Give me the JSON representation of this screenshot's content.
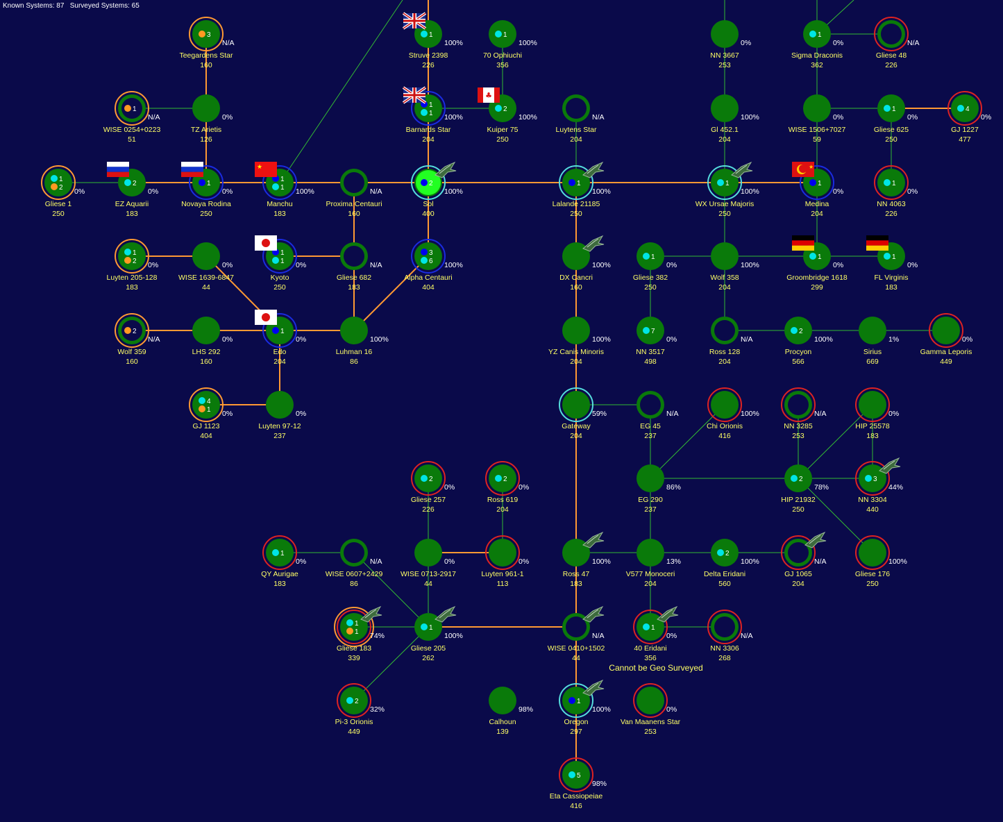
{
  "header": {
    "known_label": "Known Systems:",
    "known": "87",
    "surveyed_label": "Surveyed Systems:",
    "surveyed": "65"
  },
  "note": "Cannot be Geo Surveyed",
  "colors": {
    "background": "#0a0a4a",
    "system_fill": "#0a7a0a",
    "orange_link": "#ff9933",
    "green_link": "#33bb33",
    "text": "#ffff66",
    "red_ring": "#dd2222",
    "orange_ring": "#ff9933",
    "blue_ring": "#1a2be0",
    "cyan_ring": "#55dddd"
  },
  "systems": [
    {
      "id": "teegardens",
      "name": "Teegardens Star",
      "pop": "160",
      "pct": "N/A",
      "ring": "orange",
      "mc": "3",
      "dots": [
        "orange"
      ]
    },
    {
      "id": "struve",
      "name": "Struve 2398",
      "pop": "226",
      "pct": "100%",
      "mc": "1",
      "dots": [
        "cyan"
      ],
      "flag": "uk"
    },
    {
      "id": "ophiuchi70",
      "name": "70 Ophiuchi",
      "pop": "356",
      "pct": "100%",
      "mc": "1",
      "dots": [
        "cyan"
      ]
    },
    {
      "id": "nn3667",
      "name": "NN 3667",
      "pop": "253",
      "pct": "0%"
    },
    {
      "id": "sigmadra",
      "name": "Sigma Draconis",
      "pop": "362",
      "pct": "0%",
      "mc": "1",
      "dots": [
        "cyan"
      ]
    },
    {
      "id": "gliese48",
      "name": "Gliese 48",
      "pop": "226",
      "pct": "N/A",
      "ring": "red",
      "hollow": true
    },
    {
      "id": "wise0254",
      "name": "WISE 0254+0223",
      "pop": "51",
      "pct": "N/A",
      "ring": "orange",
      "hollow": true,
      "mc": "1",
      "dots": [
        "orange"
      ]
    },
    {
      "id": "tzarietis",
      "name": "TZ Arietis",
      "pop": "126",
      "pct": "0%"
    },
    {
      "id": "barnards",
      "name": "Barnards Star",
      "pop": "204",
      "pct": "100%",
      "ring": "blue",
      "mc": "1",
      "mc2": "1",
      "dots": [
        "blue",
        "cyan"
      ],
      "flag": "uk"
    },
    {
      "id": "kuiper75",
      "name": "Kuiper 75",
      "pop": "250",
      "pct": "100%",
      "mc": "2",
      "dots": [
        "cyan"
      ],
      "flag": "ca"
    },
    {
      "id": "luytens",
      "name": "Luytens Star",
      "pop": "204",
      "pct": "N/A",
      "hollow": true
    },
    {
      "id": "gl4521",
      "name": "Gl 452.1",
      "pop": "204",
      "pct": "100%"
    },
    {
      "id": "wise1506",
      "name": "WISE 1506+7027",
      "pop": "59",
      "pct": "0%"
    },
    {
      "id": "gliese625",
      "name": "Gliese 625",
      "pop": "250",
      "pct": "0%",
      "mc": "1",
      "dots": [
        "cyan"
      ]
    },
    {
      "id": "gj1227",
      "name": "GJ 1227",
      "pop": "477",
      "pct": "0%",
      "ring": "red",
      "mc": "4",
      "dots": [
        "cyan"
      ]
    },
    {
      "id": "gliese1",
      "name": "Gliese 1",
      "pop": "250",
      "pct": "0%",
      "ring": "orange",
      "mc": "1",
      "mc2": "2",
      "dots": [
        "cyan",
        "orange"
      ]
    },
    {
      "id": "ezaquarii",
      "name": "EZ Aquarii",
      "pop": "183",
      "pct": "0%",
      "mc": "2",
      "dots": [
        "cyan"
      ],
      "flag": "ru"
    },
    {
      "id": "novaya",
      "name": "Novaya Rodina",
      "pop": "250",
      "pct": "0%",
      "ring": "blue",
      "mc": "1",
      "dots": [
        "blue"
      ],
      "flag": "ru"
    },
    {
      "id": "manchu",
      "name": "Manchu",
      "pop": "183",
      "pct": "100%",
      "ring": "blue",
      "mc": "1",
      "mc2": "1",
      "dots": [
        "blue",
        "cyan"
      ],
      "flag": "cn"
    },
    {
      "id": "proxima",
      "name": "Proxima Centauri",
      "pop": "160",
      "pct": "N/A",
      "hollow": true
    },
    {
      "id": "sol",
      "name": "Sol",
      "pop": "400",
      "pct": "100%",
      "ring": "cyan",
      "mc": "2",
      "dots": [
        "blue"
      ],
      "sol": true,
      "ship": true
    },
    {
      "id": "lalande",
      "name": "Lalande 21185",
      "pop": "250",
      "pct": "100%",
      "ring": "cyan",
      "mc": "1",
      "dots": [
        "blue"
      ],
      "ship": true
    },
    {
      "id": "wxursae",
      "name": "WX Ursae Majoris",
      "pop": "250",
      "pct": "100%",
      "ring": "cyan",
      "mc": "1",
      "dots": [
        "cyan"
      ],
      "ship": true
    },
    {
      "id": "medina",
      "name": "Medina",
      "pop": "204",
      "pct": "0%",
      "ring": "blue",
      "mc": "1",
      "dots": [
        "blue"
      ],
      "flag": "ot"
    },
    {
      "id": "nn4063",
      "name": "NN 4063",
      "pop": "226",
      "pct": "0%",
      "ring": "red",
      "mc": "1",
      "dots": [
        "cyan"
      ]
    },
    {
      "id": "luyten205",
      "name": "Luyten 205-128",
      "pop": "183",
      "pct": "0%",
      "ring": "orange",
      "mc": "1",
      "mc2": "2",
      "dots": [
        "cyan",
        "orange"
      ]
    },
    {
      "id": "wise1639",
      "name": "WISE 1639-6847",
      "pop": "44",
      "pct": "0%"
    },
    {
      "id": "kyoto",
      "name": "Kyoto",
      "pop": "250",
      "pct": "0%",
      "ring": "blue",
      "mc": "1",
      "mc2": "1",
      "dots": [
        "blue",
        "cyan"
      ],
      "flag": "jp"
    },
    {
      "id": "gliese682",
      "name": "Gliese 682",
      "pop": "183",
      "pct": "N/A",
      "hollow": true
    },
    {
      "id": "alphacen",
      "name": "Alpha Centauri",
      "pop": "404",
      "pct": "100%",
      "ring": "blue",
      "mc": "3",
      "mc2": "6",
      "dots": [
        "blue",
        "cyan"
      ]
    },
    {
      "id": "dxcancri",
      "name": "DX Cancri",
      "pop": "160",
      "pct": "100%",
      "ship": true
    },
    {
      "id": "gliese382",
      "name": "Gliese 382",
      "pop": "250",
      "pct": "0%",
      "mc": "1",
      "dots": [
        "cyan"
      ]
    },
    {
      "id": "wolf358",
      "name": "Wolf 358",
      "pop": "204",
      "pct": "100%"
    },
    {
      "id": "groombridge",
      "name": "Groombridge 1618",
      "pop": "299",
      "pct": "0%",
      "mc": "1",
      "dots": [
        "cyan"
      ],
      "flag": "de"
    },
    {
      "id": "flvirginis",
      "name": "FL Virginis",
      "pop": "183",
      "pct": "0%",
      "mc": "1",
      "dots": [
        "cyan"
      ],
      "flag": "de"
    },
    {
      "id": "wolf359",
      "name": "Wolf 359",
      "pop": "160",
      "pct": "N/A",
      "ring": "orange",
      "hollow": true,
      "mc": "2",
      "dots": [
        "orange"
      ]
    },
    {
      "id": "lhs292",
      "name": "LHS 292",
      "pop": "160",
      "pct": "0%"
    },
    {
      "id": "edo",
      "name": "Edo",
      "pop": "204",
      "pct": "0%",
      "ring": "blue",
      "mc": "1",
      "dots": [
        "blue"
      ],
      "flag": "jp"
    },
    {
      "id": "luhman16",
      "name": "Luhman 16",
      "pop": "86",
      "pct": "100%"
    },
    {
      "id": "yzcanis",
      "name": "YZ Canis Minoris",
      "pop": "204",
      "pct": "100%"
    },
    {
      "id": "nn3517",
      "name": "NN 3517",
      "pop": "498",
      "pct": "0%",
      "mc": "7",
      "dots": [
        "cyan"
      ]
    },
    {
      "id": "ross128",
      "name": "Ross 128",
      "pop": "204",
      "pct": "N/A",
      "hollow": true
    },
    {
      "id": "procyon",
      "name": "Procyon",
      "pop": "566",
      "pct": "100%",
      "mc": "2",
      "dots": [
        "cyan"
      ]
    },
    {
      "id": "sirius",
      "name": "Sirius",
      "pop": "669",
      "pct": "1%"
    },
    {
      "id": "gammalep",
      "name": "Gamma Leporis",
      "pop": "449",
      "pct": "0%",
      "ring": "red"
    },
    {
      "id": "gj1123",
      "name": "GJ 1123",
      "pop": "404",
      "pct": "0%",
      "ring": "orange",
      "mc": "4",
      "mc2": "1",
      "dots": [
        "cyan",
        "orange"
      ]
    },
    {
      "id": "luyten97",
      "name": "Luyten 97-12",
      "pop": "237",
      "pct": "0%"
    },
    {
      "id": "gateway",
      "name": "Gateway",
      "pop": "204",
      "pct": "59%",
      "ring": "cyan"
    },
    {
      "id": "eg45",
      "name": "EG 45",
      "pop": "237",
      "pct": "N/A",
      "hollow": true
    },
    {
      "id": "chiorionis",
      "name": "Chi Orionis",
      "pop": "416",
      "pct": "100%",
      "ring": "red"
    },
    {
      "id": "nn3285",
      "name": "NN 3285",
      "pop": "253",
      "pct": "N/A",
      "ring": "red",
      "hollow": true
    },
    {
      "id": "hip25578",
      "name": "HIP 25578",
      "pop": "183",
      "pct": "0%",
      "ring": "red"
    },
    {
      "id": "gliese257",
      "name": "Gliese 257",
      "pop": "226",
      "pct": "0%",
      "ring": "red",
      "mc": "2",
      "dots": [
        "cyan"
      ]
    },
    {
      "id": "ross619",
      "name": "Ross 619",
      "pop": "204",
      "pct": "0%",
      "ring": "red",
      "mc": "2",
      "dots": [
        "cyan"
      ]
    },
    {
      "id": "eg290",
      "name": "EG 290",
      "pop": "237",
      "pct": "86%"
    },
    {
      "id": "hip21932",
      "name": "HIP 21932",
      "pop": "250",
      "pct": "78%",
      "mc": "2",
      "dots": [
        "cyan"
      ]
    },
    {
      "id": "nn3304",
      "name": "NN 3304",
      "pop": "440",
      "pct": "44%",
      "ring": "red",
      "mc": "3",
      "dots": [
        "cyan"
      ],
      "ship": true
    },
    {
      "id": "qyaurigae",
      "name": "QY Aurigae",
      "pop": "183",
      "pct": "0%",
      "ring": "red",
      "mc": "1",
      "dots": [
        "cyan"
      ]
    },
    {
      "id": "wise0607",
      "name": "WISE 0607+2429",
      "pop": "86",
      "pct": "N/A",
      "hollow": true
    },
    {
      "id": "wise0713",
      "name": "WISE 0713-2917",
      "pop": "44",
      "pct": "0%"
    },
    {
      "id": "luyten961",
      "name": "Luyten 961-1",
      "pop": "113",
      "pct": "0%",
      "ring": "red"
    },
    {
      "id": "ross47",
      "name": "Ross 47",
      "pop": "183",
      "pct": "100%",
      "ship": true
    },
    {
      "id": "v577",
      "name": "V577 Monoceri",
      "pop": "204",
      "pct": "13%"
    },
    {
      "id": "deltaeri",
      "name": "Delta Eridani",
      "pop": "560",
      "pct": "100%",
      "mc": "2",
      "dots": [
        "cyan"
      ]
    },
    {
      "id": "gj1065",
      "name": "GJ 1065",
      "pop": "204",
      "pct": "N/A",
      "ring": "red",
      "hollow": true,
      "ship": true
    },
    {
      "id": "gliese176",
      "name": "Gliese 176",
      "pop": "250",
      "pct": "100%",
      "ring": "red"
    },
    {
      "id": "gliese183",
      "name": "Gliese 183",
      "pop": "339",
      "pct": "74%",
      "ring": "red2",
      "mc": "1",
      "mc2": "1",
      "dots": [
        "cyan",
        "orange"
      ],
      "ship": true
    },
    {
      "id": "gliese205",
      "name": "Gliese 205",
      "pop": "262",
      "pct": "100%",
      "mc": "1",
      "dots": [
        "cyan"
      ],
      "ship": true
    },
    {
      "id": "wise0410",
      "name": "WISE 0410+1502",
      "pop": "44",
      "pct": "N/A",
      "hollow": true,
      "ship": true
    },
    {
      "id": "eridani40",
      "name": "40 Eridani",
      "pop": "356",
      "pct": "0%",
      "ring": "red",
      "mc": "1",
      "dots": [
        "cyan"
      ],
      "ship": true
    },
    {
      "id": "nn3306",
      "name": "NN 3306",
      "pop": "268",
      "pct": "N/A",
      "ring": "red",
      "hollow": true
    },
    {
      "id": "pi3orionis",
      "name": "Pi-3 Orionis",
      "pop": "449",
      "pct": "32%",
      "ring": "red",
      "mc": "2",
      "dots": [
        "cyan"
      ]
    },
    {
      "id": "calhoun",
      "name": "Calhoun",
      "pop": "139",
      "pct": "98%"
    },
    {
      "id": "oregon",
      "name": "Oregon",
      "pop": "297",
      "pct": "100%",
      "ring": "cyan",
      "mc": "1",
      "dots": [
        "blue"
      ],
      "ship": true
    },
    {
      "id": "vanmaanen",
      "name": "Van Maanens Star",
      "pop": "253",
      "pct": "0%",
      "ring": "red"
    },
    {
      "id": "etacas",
      "name": "Eta Cassiopeiae",
      "pop": "416",
      "pct": "98%",
      "ring": "red",
      "mc": "5",
      "dots": [
        "cyan"
      ]
    }
  ],
  "links": [
    [
      "teegardens",
      "tzarietis",
      "o"
    ],
    [
      "tzarietis",
      "wise0254",
      "g"
    ],
    [
      "tzarietis",
      "novaya",
      "o"
    ],
    [
      "struve",
      "barnards",
      "o"
    ],
    [
      "barnards",
      "sol",
      "o"
    ],
    [
      "ophiuchi70",
      "kuiper75",
      "g"
    ],
    [
      "kuiper75",
      "barnards",
      "g"
    ],
    [
      "luytens",
      "lalande",
      "g"
    ],
    [
      "nn3667",
      "gl4521",
      "g"
    ],
    [
      "gl4521",
      "wxursae",
      "g"
    ],
    [
      "sigmadra",
      "gliese48",
      "g"
    ],
    [
      "sigmadra",
      "wise1506",
      "g"
    ],
    [
      "wise1506",
      "gliese625",
      "g"
    ],
    [
      "gliese625",
      "gj1227",
      "o"
    ],
    [
      "gliese625",
      "nn4063",
      "g"
    ],
    [
      "wise1506",
      "medina",
      "g"
    ],
    [
      "gliese1",
      "ezaquarii",
      "g"
    ],
    [
      "ezaquarii",
      "novaya",
      "o"
    ],
    [
      "novaya",
      "manchu",
      "o"
    ],
    [
      "manchu",
      "proxima",
      "o"
    ],
    [
      "proxima",
      "sol",
      "o"
    ],
    [
      "sol",
      "lalande",
      "o"
    ],
    [
      "lalande",
      "wxursae",
      "o"
    ],
    [
      "wxursae",
      "medina",
      "o"
    ],
    [
      "proxima",
      "gliese682",
      "o"
    ],
    [
      "sol",
      "alphacen",
      "o"
    ],
    [
      "lalande",
      "dxcancri",
      "o"
    ],
    [
      "wxursae",
      "wolf358",
      "g"
    ],
    [
      "medina",
      "groombridge",
      "g"
    ],
    [
      "luyten205",
      "wise1639",
      "o"
    ],
    [
      "wise1639",
      "edo",
      "o"
    ],
    [
      "kyoto",
      "gliese682",
      "o"
    ],
    [
      "gliese682",
      "luhman16",
      "o"
    ],
    [
      "alphacen",
      "luhman16",
      "o"
    ],
    [
      "gliese382",
      "wolf358",
      "g"
    ],
    [
      "wolf358",
      "groombridge",
      "g"
    ],
    [
      "groombridge",
      "flvirginis",
      "g"
    ],
    [
      "gliese382",
      "nn3517",
      "g"
    ],
    [
      "wolf358",
      "ross128",
      "g"
    ],
    [
      "wolf359",
      "lhs292",
      "o"
    ],
    [
      "lhs292",
      "edo",
      "o"
    ],
    [
      "edo",
      "luhman16",
      "o"
    ],
    [
      "dxcancri",
      "yzcanis",
      "o"
    ],
    [
      "ross128",
      "procyon",
      "g"
    ],
    [
      "procyon",
      "sirius",
      "g"
    ],
    [
      "sirius",
      "gammalep",
      "g"
    ],
    [
      "edo",
      "luyten97",
      "o"
    ],
    [
      "luyten97",
      "gj1123",
      "o"
    ],
    [
      "yzcanis",
      "gateway",
      "o"
    ],
    [
      "gateway",
      "eg45",
      "g"
    ],
    [
      "eg45",
      "eg290",
      "g"
    ],
    [
      "eg290",
      "chiorionis",
      "g"
    ],
    [
      "nn3285",
      "hip21932",
      "g"
    ],
    [
      "hip25578",
      "hip21932",
      "g"
    ],
    [
      "eg290",
      "hip21932",
      "g"
    ],
    [
      "hip21932",
      "nn3304",
      "g"
    ],
    [
      "nn3304",
      "hip25578",
      "g"
    ],
    [
      "hip21932",
      "gliese176",
      "g"
    ],
    [
      "gateway",
      "ross47",
      "o"
    ],
    [
      "eg290",
      "v577",
      "g"
    ],
    [
      "ross47",
      "v577",
      "g"
    ],
    [
      "v577",
      "deltaeri",
      "g"
    ],
    [
      "deltaeri",
      "gj1065",
      "g"
    ],
    [
      "gliese257",
      "wise0713",
      "g"
    ],
    [
      "ross619",
      "luyten961",
      "g"
    ],
    [
      "wise0713",
      "luyten961",
      "o"
    ],
    [
      "qyaurigae",
      "wise0607",
      "g"
    ],
    [
      "wise0607",
      "gliese205",
      "g"
    ],
    [
      "wise0713",
      "gliese205",
      "g"
    ],
    [
      "gliese183",
      "gliese205",
      "g"
    ],
    [
      "gliese205",
      "pi3orionis",
      "g"
    ],
    [
      "gliese205",
      "wise0410",
      "o"
    ],
    [
      "ross47",
      "wise0410",
      "o"
    ],
    [
      "v577",
      "eridani40",
      "g"
    ],
    [
      "eridani40",
      "nn3306",
      "g"
    ],
    [
      "wise0410",
      "oregon",
      "o"
    ],
    [
      "oregon",
      "etacas",
      "o"
    ]
  ]
}
